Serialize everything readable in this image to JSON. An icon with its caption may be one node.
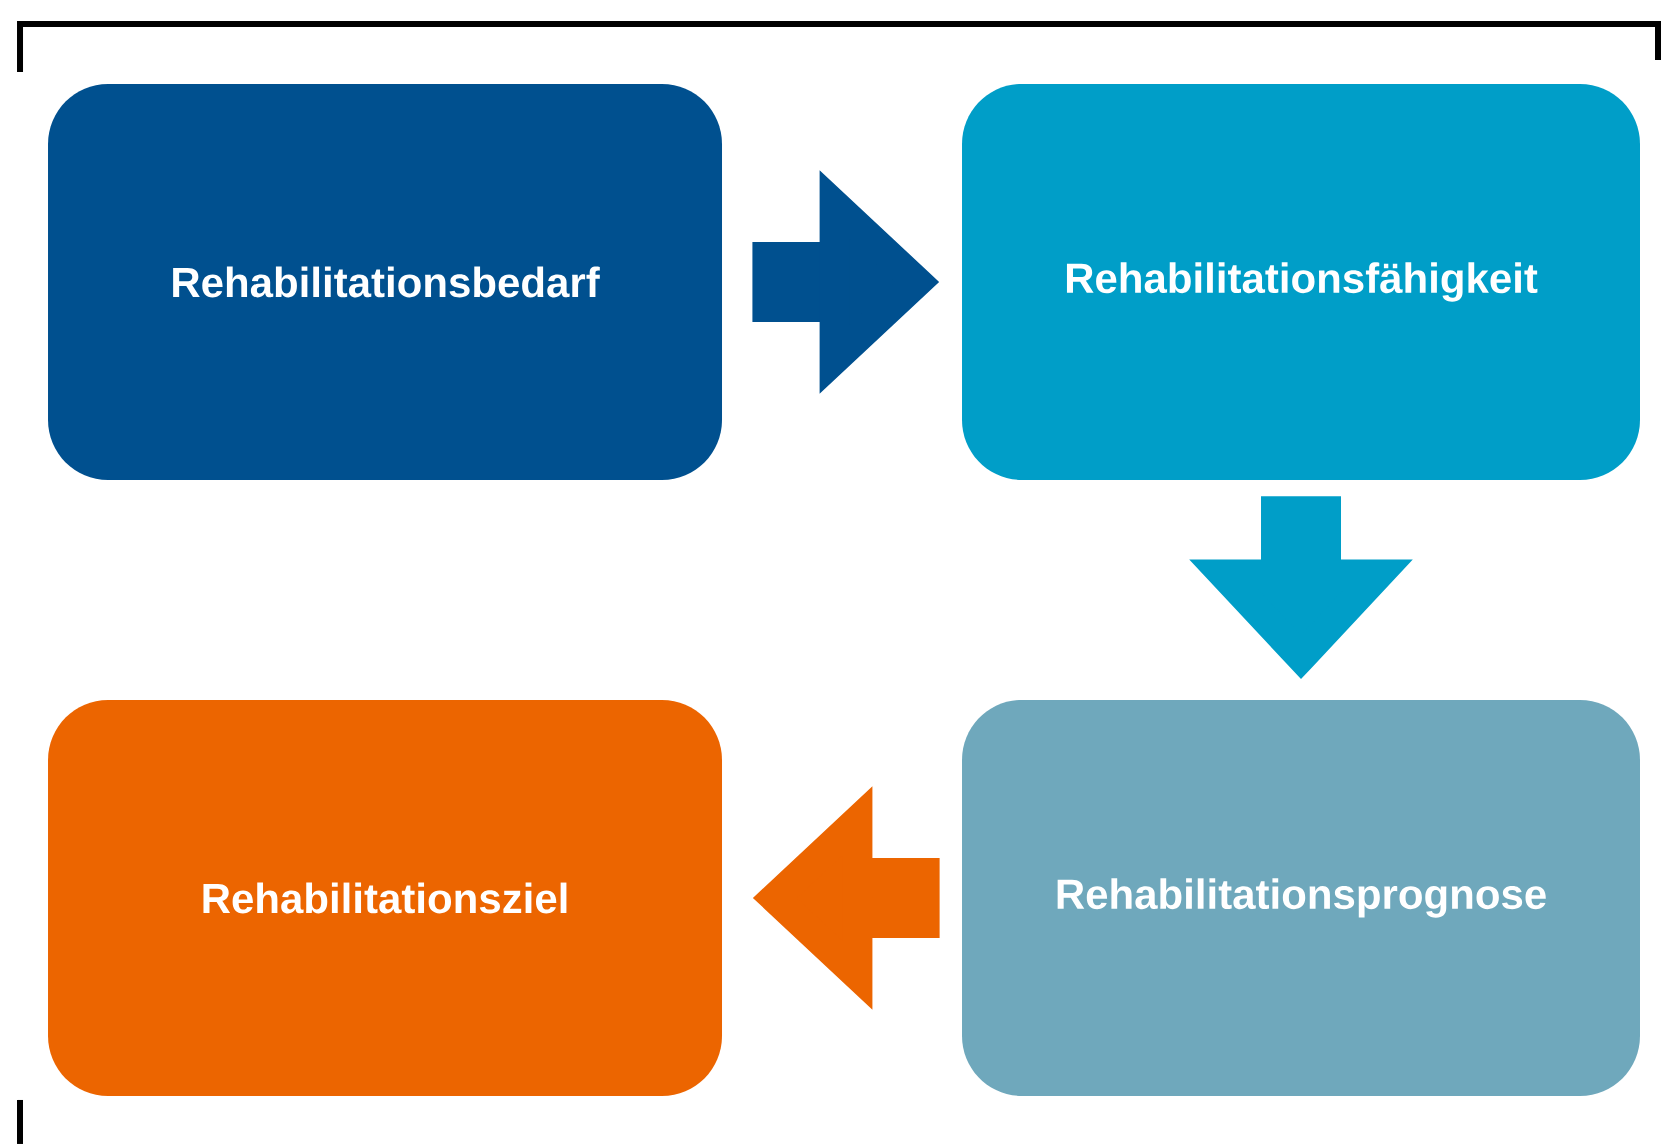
{
  "diagram": {
    "nodes": [
      {
        "text": [
          "Rehabilitationsbedarf"
        ]
      },
      {
        "text": [
          "Rehabilitationsfähigkeit"
        ]
      },
      {
        "text": [
          "Rehabilitationsziel"
        ]
      },
      {
        "text": [
          "Rehabilitationsprognose"
        ]
      }
    ],
    "edges": [
      {
        "from": 0,
        "to": 1,
        "arrow": "to",
        "color": "#00508f"
      },
      {
        "from": 1,
        "to": 3,
        "arrow": "to",
        "color": "#009ec8"
      },
      {
        "from": 3,
        "to": 2,
        "arrow": "to",
        "color": "#ec6500"
      }
    ]
  }
}
